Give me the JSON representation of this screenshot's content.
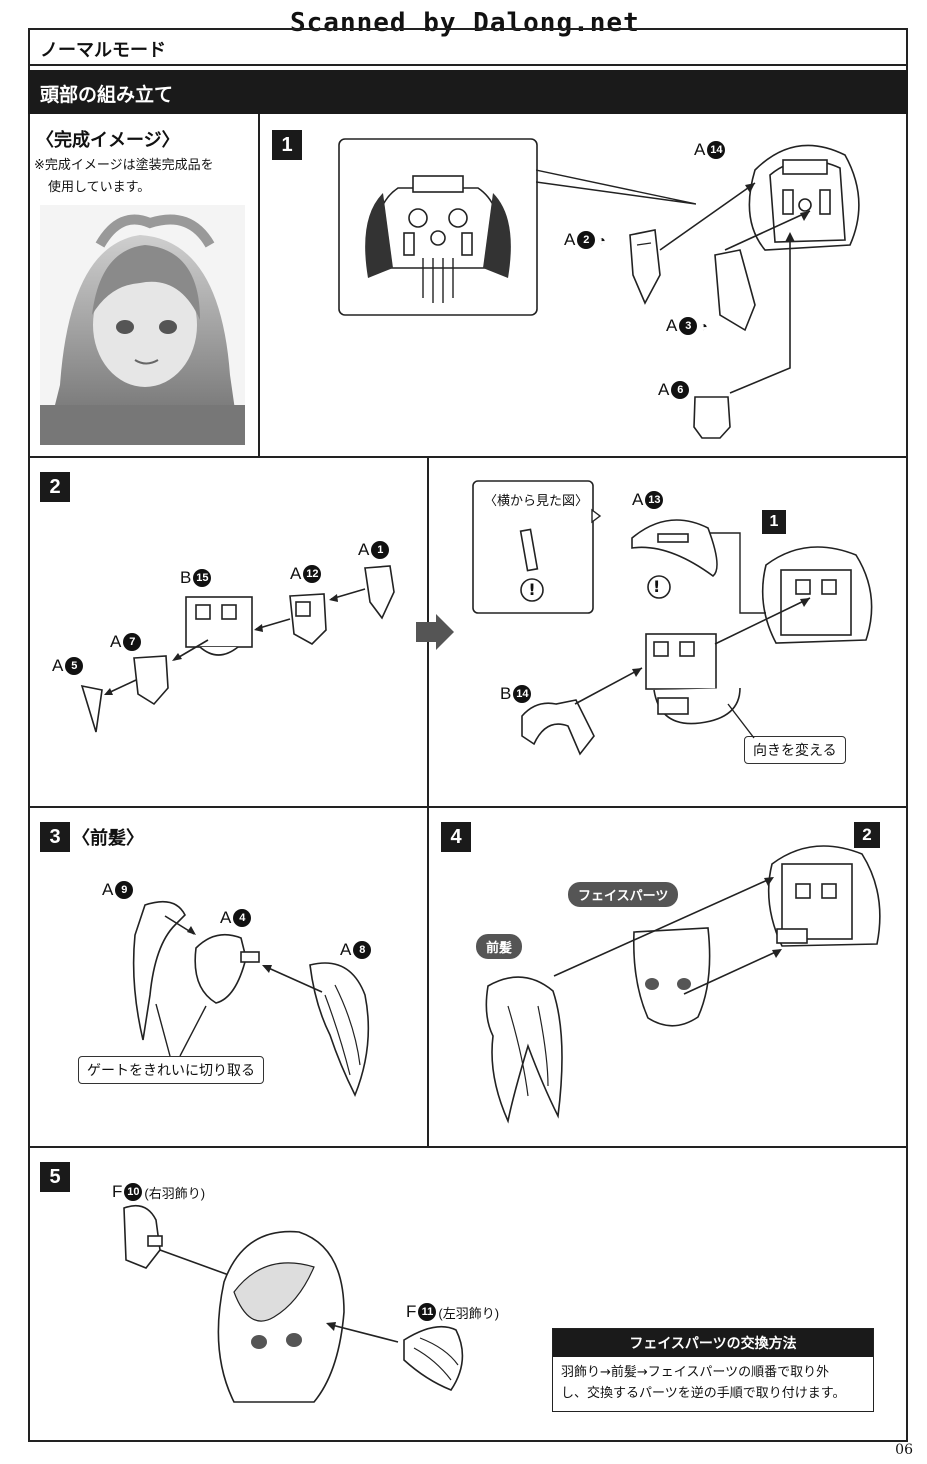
{
  "watermark": "Scanned by Dalong.net",
  "mode_title": "ノーマルモード",
  "section_title": "頭部の組み立て",
  "preview": {
    "title": "〈完成イメージ〉",
    "note_line1": "※完成イメージは塗装完成品を",
    "note_line2": "使用しています。"
  },
  "steps": {
    "s1": "1",
    "s2": "2",
    "s3": "3",
    "s4": "4",
    "s5": "5",
    "s3_title": "〈前髪〉"
  },
  "parts": {
    "a14": {
      "letter": "A",
      "num": "14"
    },
    "a2": {
      "letter": "A",
      "num": "2"
    },
    "a3": {
      "letter": "A",
      "num": "3"
    },
    "a6": {
      "letter": "A",
      "num": "6"
    },
    "a1": {
      "letter": "A",
      "num": "1"
    },
    "a12": {
      "letter": "A",
      "num": "12"
    },
    "b15": {
      "letter": "B",
      "num": "15"
    },
    "a7": {
      "letter": "A",
      "num": "7"
    },
    "a5": {
      "letter": "A",
      "num": "5"
    },
    "a13": {
      "letter": "A",
      "num": "13"
    },
    "b14": {
      "letter": "B",
      "num": "14"
    },
    "a9": {
      "letter": "A",
      "num": "9"
    },
    "a4": {
      "letter": "A",
      "num": "4"
    },
    "a8": {
      "letter": "A",
      "num": "8"
    },
    "f10": {
      "letter": "F",
      "num": "10",
      "desc": "(右羽飾り)"
    },
    "f11": {
      "letter": "F",
      "num": "11",
      "desc": "(左羽飾り)"
    }
  },
  "labels": {
    "side_view": "〈横から見た図〉",
    "turn": "向きを変える",
    "gate": "ゲートをきれいに切り取る",
    "face_parts": "フェイスパーツ",
    "bangs": "前髪",
    "ref_step1": "1",
    "ref_step2": "2",
    "caution": "!"
  },
  "exchange": {
    "title": "フェイスパーツの交換方法",
    "line1": "羽飾り→前髪→フェイスパーツの順番で取り外",
    "line2": "し、交換するパーツを逆の手順で取り付けます。"
  },
  "page_number": "06",
  "colors": {
    "dark": "#1a1a1a",
    "pill": "#555555"
  }
}
